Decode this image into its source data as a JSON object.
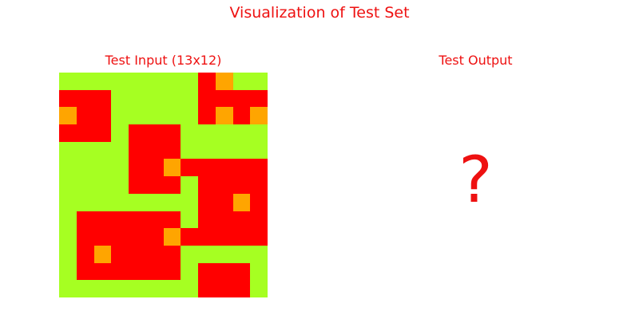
{
  "title": "Visualization of Test Set",
  "input_panel": {
    "title": "Test Input (13x12)"
  },
  "output_panel": {
    "title": "Test Output",
    "placeholder": "?"
  },
  "grid": {
    "rows": 13,
    "cols": 12,
    "palette": {
      "G": "#a6ff22",
      "R": "#ff0000",
      "O": "#ffa500"
    },
    "cells": [
      "GGGGGGGGROGG",
      "RRRGGGGGRRRR",
      "ORRGGGGGRORO",
      "RRRGRRRGGGGG",
      "GGGGRRRGGGGG",
      "GGGGRRORRRRR",
      "GGGGRRRGRRRR",
      "GGGGGGGGRROR",
      "GRRRRRRGRRRR",
      "GRRRRRORRRRR",
      "GRORRRRGGGGG",
      "GRRRRRRGRRRG",
      "GGGGGGGGRRRG"
    ]
  }
}
